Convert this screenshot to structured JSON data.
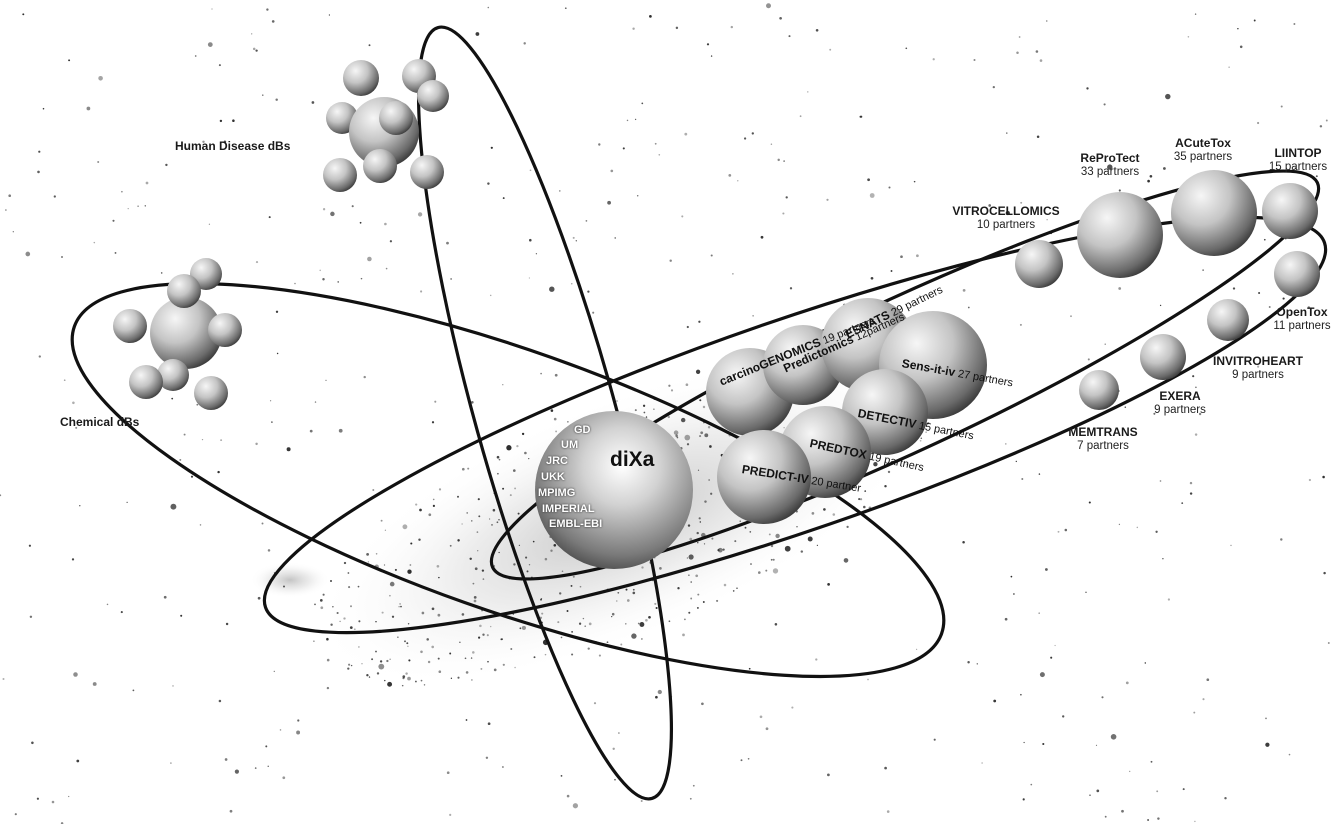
{
  "hub": {
    "title": "diXa",
    "members": [
      "GD",
      "UM",
      "JRC",
      "UKK",
      "MPIMG",
      "IMPERIAL",
      "EMBL-EBI"
    ]
  },
  "clusters": {
    "human_disease": "Human Disease dBs",
    "chemical": "Chemical dBs"
  },
  "projects_ring": [
    {
      "name": "VITROCELLOMICS",
      "partners": "10 partners"
    },
    {
      "name": "ReProTect",
      "partners": "33 partners"
    },
    {
      "name": "ACuteTox",
      "partners": "35 partners"
    },
    {
      "name": "LIINTOP",
      "partners": "15 partners"
    },
    {
      "name": "OpenTox",
      "partners": "11 partners"
    },
    {
      "name": "INVITROHEART",
      "partners": "9 partners"
    },
    {
      "name": "EXERA",
      "partners": "9 partners"
    },
    {
      "name": "MEMTRANS",
      "partners": "7 partners"
    }
  ],
  "projects_cluster": [
    {
      "name": "carcinoGENOMICS",
      "partners": "19 partners"
    },
    {
      "name": "Predictomics",
      "partners": "12partners"
    },
    {
      "name": "ESNATS",
      "partners": "29 partners"
    },
    {
      "name": "Sens-it-iv",
      "partners": "27 partners"
    },
    {
      "name": "DETECTIV",
      "partners": "15 partners"
    },
    {
      "name": "PREDTOX",
      "partners": "19 partners"
    },
    {
      "name": "PREDICT-IV",
      "partners": "20 partner"
    }
  ],
  "colors": {
    "line": "#111111",
    "sphere_light": "#f4f4f4",
    "sphere_dark": "#3a3a3a",
    "stars": "#222222"
  }
}
